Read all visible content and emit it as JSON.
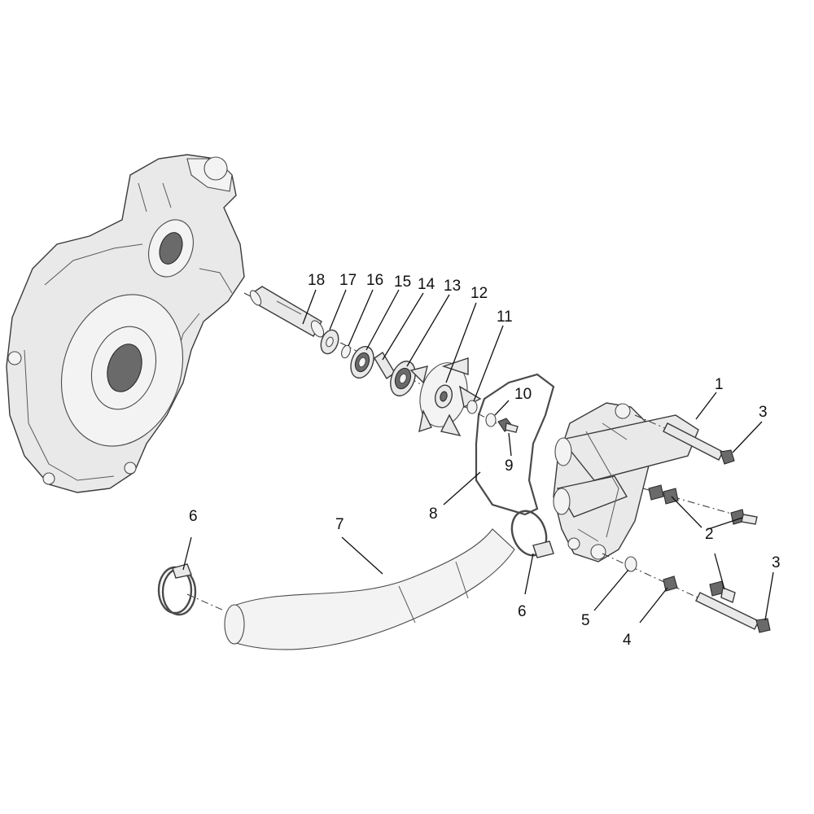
{
  "labels": {
    "p1": "1",
    "p2": "2",
    "p3a": "3",
    "p3b": "3",
    "p4": "4",
    "p5": "5",
    "p6a": "6",
    "p6b": "6",
    "p7": "7",
    "p8": "8",
    "p9": "9",
    "p10": "10",
    "p11": "11",
    "p12": "12",
    "p13": "13",
    "p14": "14",
    "p15": "15",
    "p16": "16",
    "p17": "17",
    "p18": "18"
  }
}
